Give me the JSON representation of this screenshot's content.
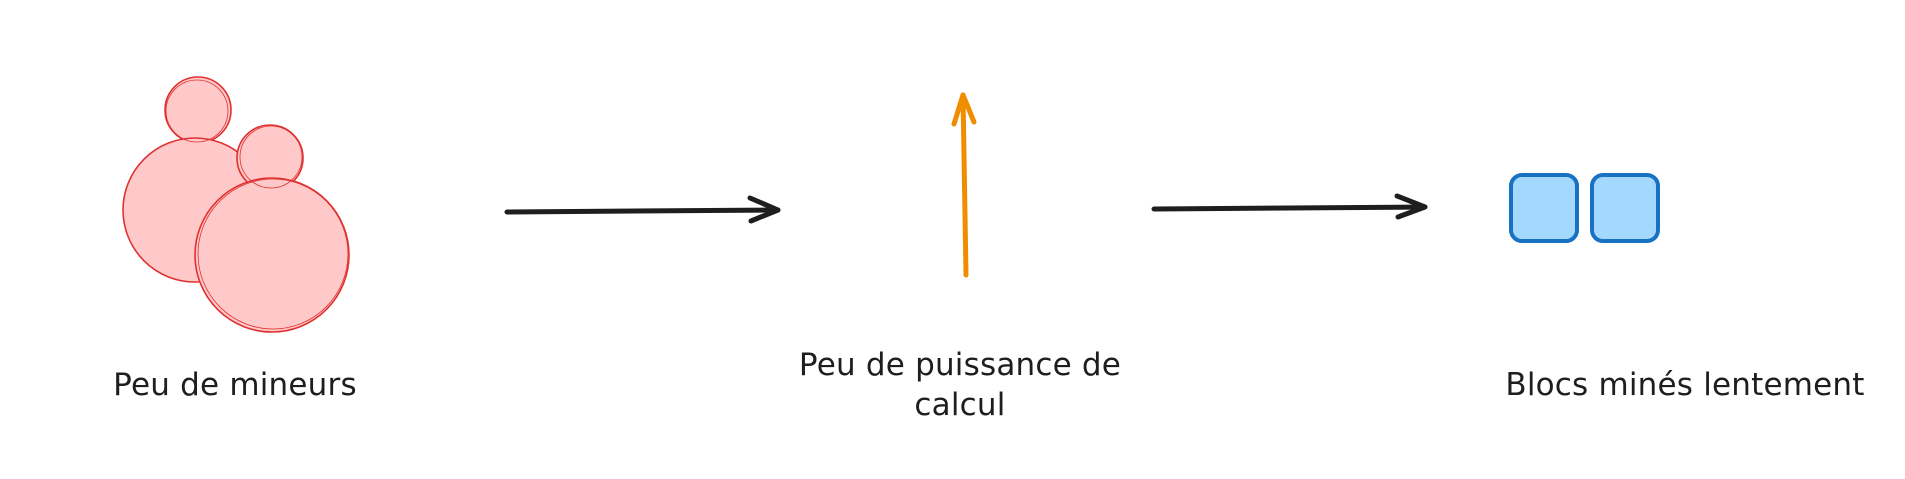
{
  "diagram": {
    "nodes": [
      {
        "id": "miners",
        "label": "Peu de mineurs",
        "icon": "miners-group-icon",
        "color": "#ffc9c9",
        "stroke": "#e03131"
      },
      {
        "id": "hashpower",
        "label": "Peu de puissance de calcul",
        "icon": "up-arrow-icon",
        "color": "#f08c00"
      },
      {
        "id": "blocks",
        "label": "Blocs minés lentement",
        "icon": "blocks-icon",
        "color": "#a5d8ff",
        "stroke": "#1971c2"
      }
    ],
    "edges": [
      {
        "from": "miners",
        "to": "hashpower",
        "color": "#1e1e1e"
      },
      {
        "from": "hashpower",
        "to": "blocks",
        "color": "#1e1e1e"
      }
    ]
  }
}
